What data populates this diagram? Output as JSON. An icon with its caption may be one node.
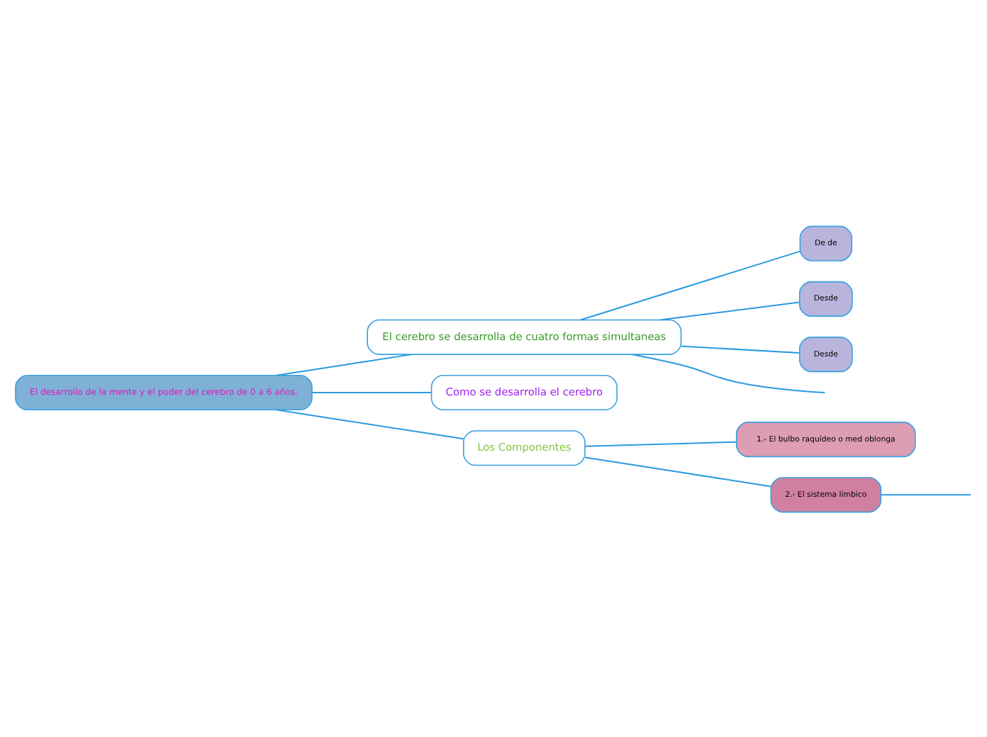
{
  "diagram": {
    "nodes": [
      {
        "text": [
          "El desarrollo de la mente y el poder del cerebro de 0 a 6 años."
        ]
      },
      {
        "text": [
          "El cerebro se desarrolla de cuatro formas simultaneas"
        ]
      },
      {
        "text": [
          "De de"
        ]
      },
      {
        "text": [
          "Desde"
        ]
      },
      {
        "text": [
          "Desde"
        ]
      },
      {
        "text": [
          "Como se desarrolla el cerebro"
        ]
      },
      {
        "text": [
          "Los Componentes"
        ]
      },
      {
        "text": [
          "1.- El bulbo raquídeo o med oblonga"
        ]
      },
      {
        "text": [
          "2.- El sistema límbico"
        ]
      }
    ],
    "edges": [
      {
        "from": 0,
        "to": 1,
        "arrow": "none"
      },
      {
        "from": 0,
        "to": 5,
        "arrow": "none"
      },
      {
        "from": 0,
        "to": 6,
        "arrow": "none"
      },
      {
        "from": 1,
        "to": null,
        "arrow": "none"
      },
      {
        "from": 1,
        "to": 2,
        "arrow": "none"
      },
      {
        "from": 1,
        "to": 3,
        "arrow": "none"
      },
      {
        "from": 1,
        "to": 4,
        "arrow": "none"
      },
      {
        "from": 6,
        "to": 7,
        "arrow": "none"
      },
      {
        "from": 6,
        "to": 8,
        "arrow": "none"
      },
      {
        "from": 8,
        "to": null,
        "arrow": "none"
      }
    ]
  }
}
